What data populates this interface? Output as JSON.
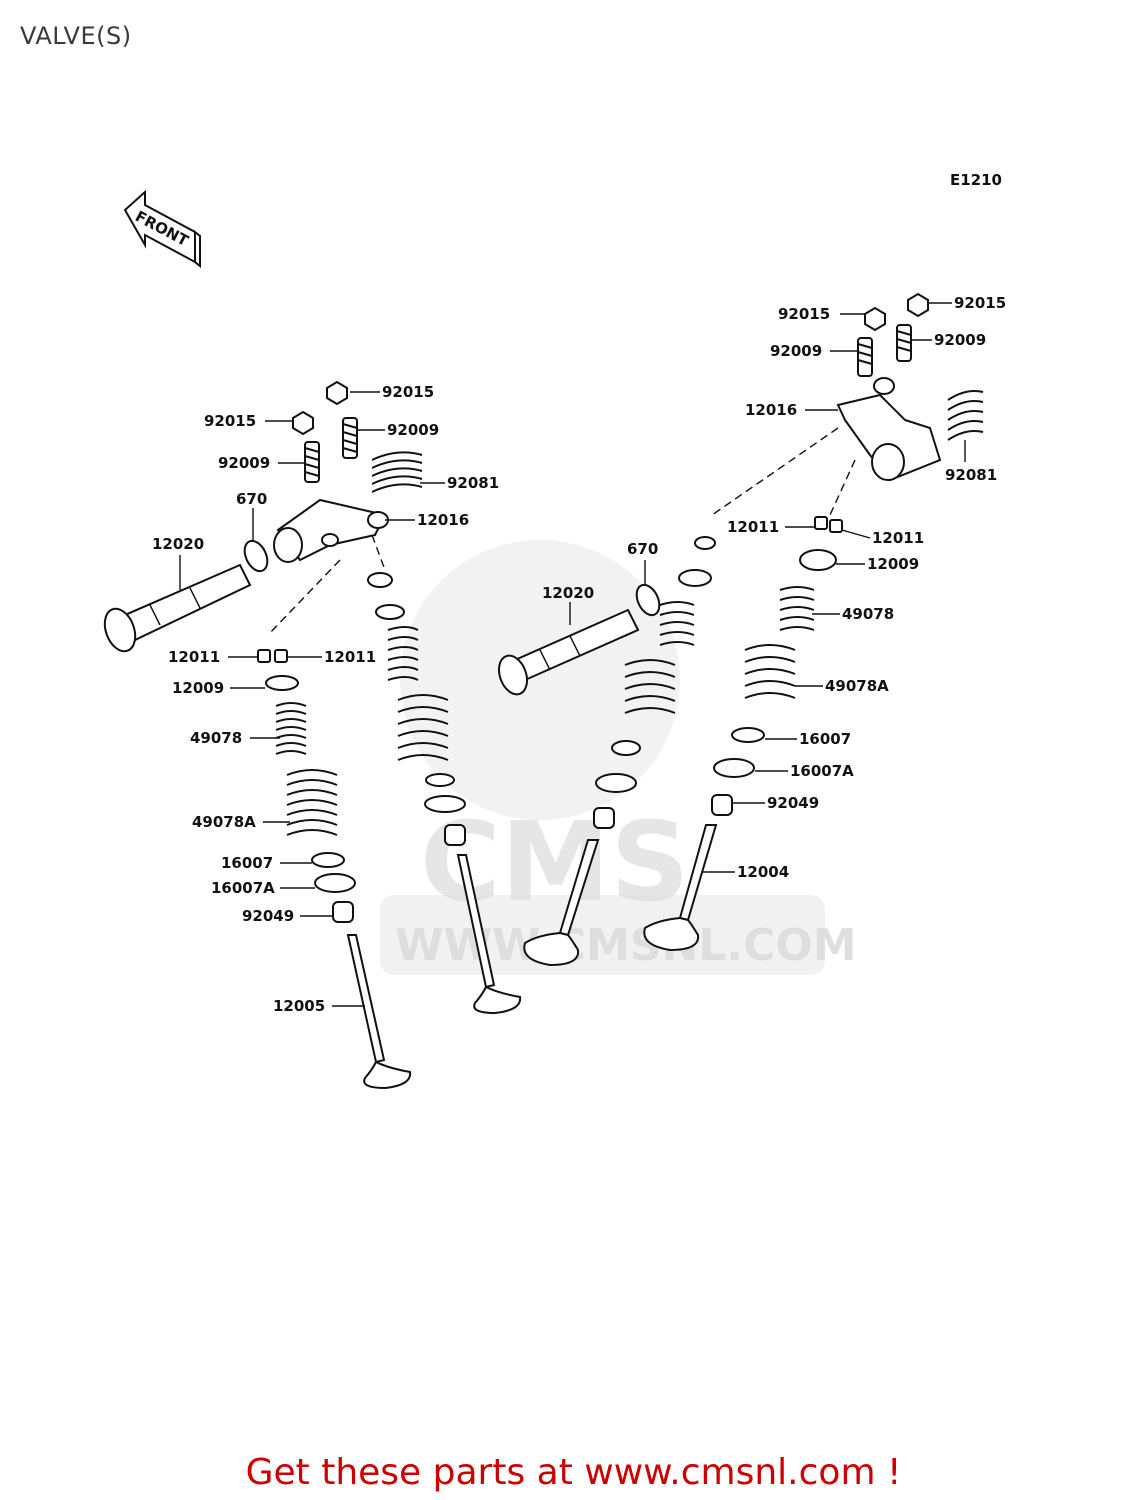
{
  "page": {
    "title": "VALVE(S)",
    "diagram_code": "E1210",
    "front_label": "FRONT",
    "footer": "Get these parts at www.cmsnl.com !"
  },
  "watermark": {
    "brand": "CMS",
    "url": "WWW.CMSNL.COM"
  },
  "left_assembly": {
    "labels": [
      "92015",
      "92015",
      "92009",
      "92009",
      "92081",
      "670",
      "12016",
      "12020",
      "12011",
      "12011",
      "12009",
      "49078",
      "49078A",
      "16007",
      "16007A",
      "92049",
      "12005"
    ]
  },
  "right_assembly": {
    "labels": [
      "92015",
      "92015",
      "92009",
      "92009",
      "12016",
      "92081",
      "670",
      "12011",
      "12011",
      "12020",
      "12009",
      "49078",
      "49078A",
      "16007",
      "16007A",
      "92049",
      "12004"
    ]
  },
  "colors": {
    "footer": "#cc0000",
    "line": "#111111",
    "watermark": "#e2e2e2"
  }
}
